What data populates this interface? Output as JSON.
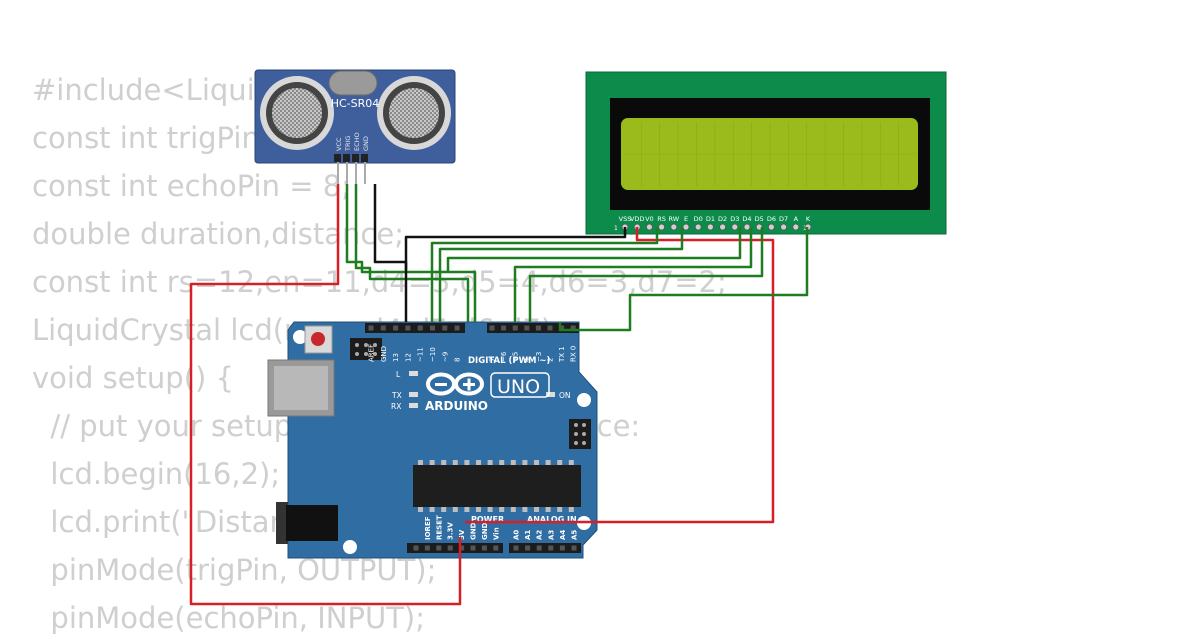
{
  "code": {
    "lines": [
      "#include<LiquidCrystal.h>",
      "const int trigPin = 9;",
      "const int echoPin = 8;",
      "double duration,distance;",
      "const int rs=12,en=11,d4=5,d5=4,d6=3,d7=2;",
      "LiquidCrystal lcd(rs,en,d4,d5,d6,d7);",
      "void setup() {",
      "  // put your setup code here, to run once:",
      "  lcd.begin(16,2);",
      "  lcd.print(\"Distance:\");",
      "  pinMode(trigPin, OUTPUT);",
      "  pinMode(echoPin, INPUT);"
    ]
  },
  "sensor": {
    "model": "HC-SR04",
    "pins": [
      "VCC",
      "TRIG",
      "ECHO",
      "GND"
    ]
  },
  "lcd": {
    "pins": [
      "VSS",
      "VDD",
      "V0",
      "RS",
      "RW",
      "E",
      "D0",
      "D1",
      "D2",
      "D3",
      "D4",
      "D5",
      "D6",
      "D7",
      "A",
      "K"
    ],
    "pin_first": "1",
    "pin_last": "16"
  },
  "arduino": {
    "brand": "ARDUINO",
    "model": "UNO",
    "digital_header": "DIGITAL (PWM ~)",
    "digital_pins": [
      "AREF",
      "GND",
      "13",
      "12",
      "~11",
      "~10",
      "~9",
      "8",
      "7",
      "~6",
      "~5",
      "4",
      "~3",
      "2",
      "TX 1",
      "RX 0"
    ],
    "led_l": "L",
    "led_tx": "TX",
    "led_rx": "RX",
    "led_on": "ON",
    "power_header": "POWER",
    "power_pins": [
      "IOREF",
      "RESET",
      "3.3V",
      "5V",
      "GND",
      "GND",
      "Vin"
    ],
    "analog_header": "ANALOG IN",
    "analog_pins": [
      "A0",
      "A1",
      "A2",
      "A3",
      "A4",
      "A5"
    ]
  },
  "colors": {
    "code_text": "#cfcfcf",
    "wire_red": "#d61f26",
    "wire_green": "#1e7d1e",
    "wire_black": "#111111",
    "board": "#2f6da3",
    "lcd_pcb": "#0c8b4b",
    "lcd_screen": "#9bba1c",
    "sensor_pcb": "#3f5f9c"
  }
}
